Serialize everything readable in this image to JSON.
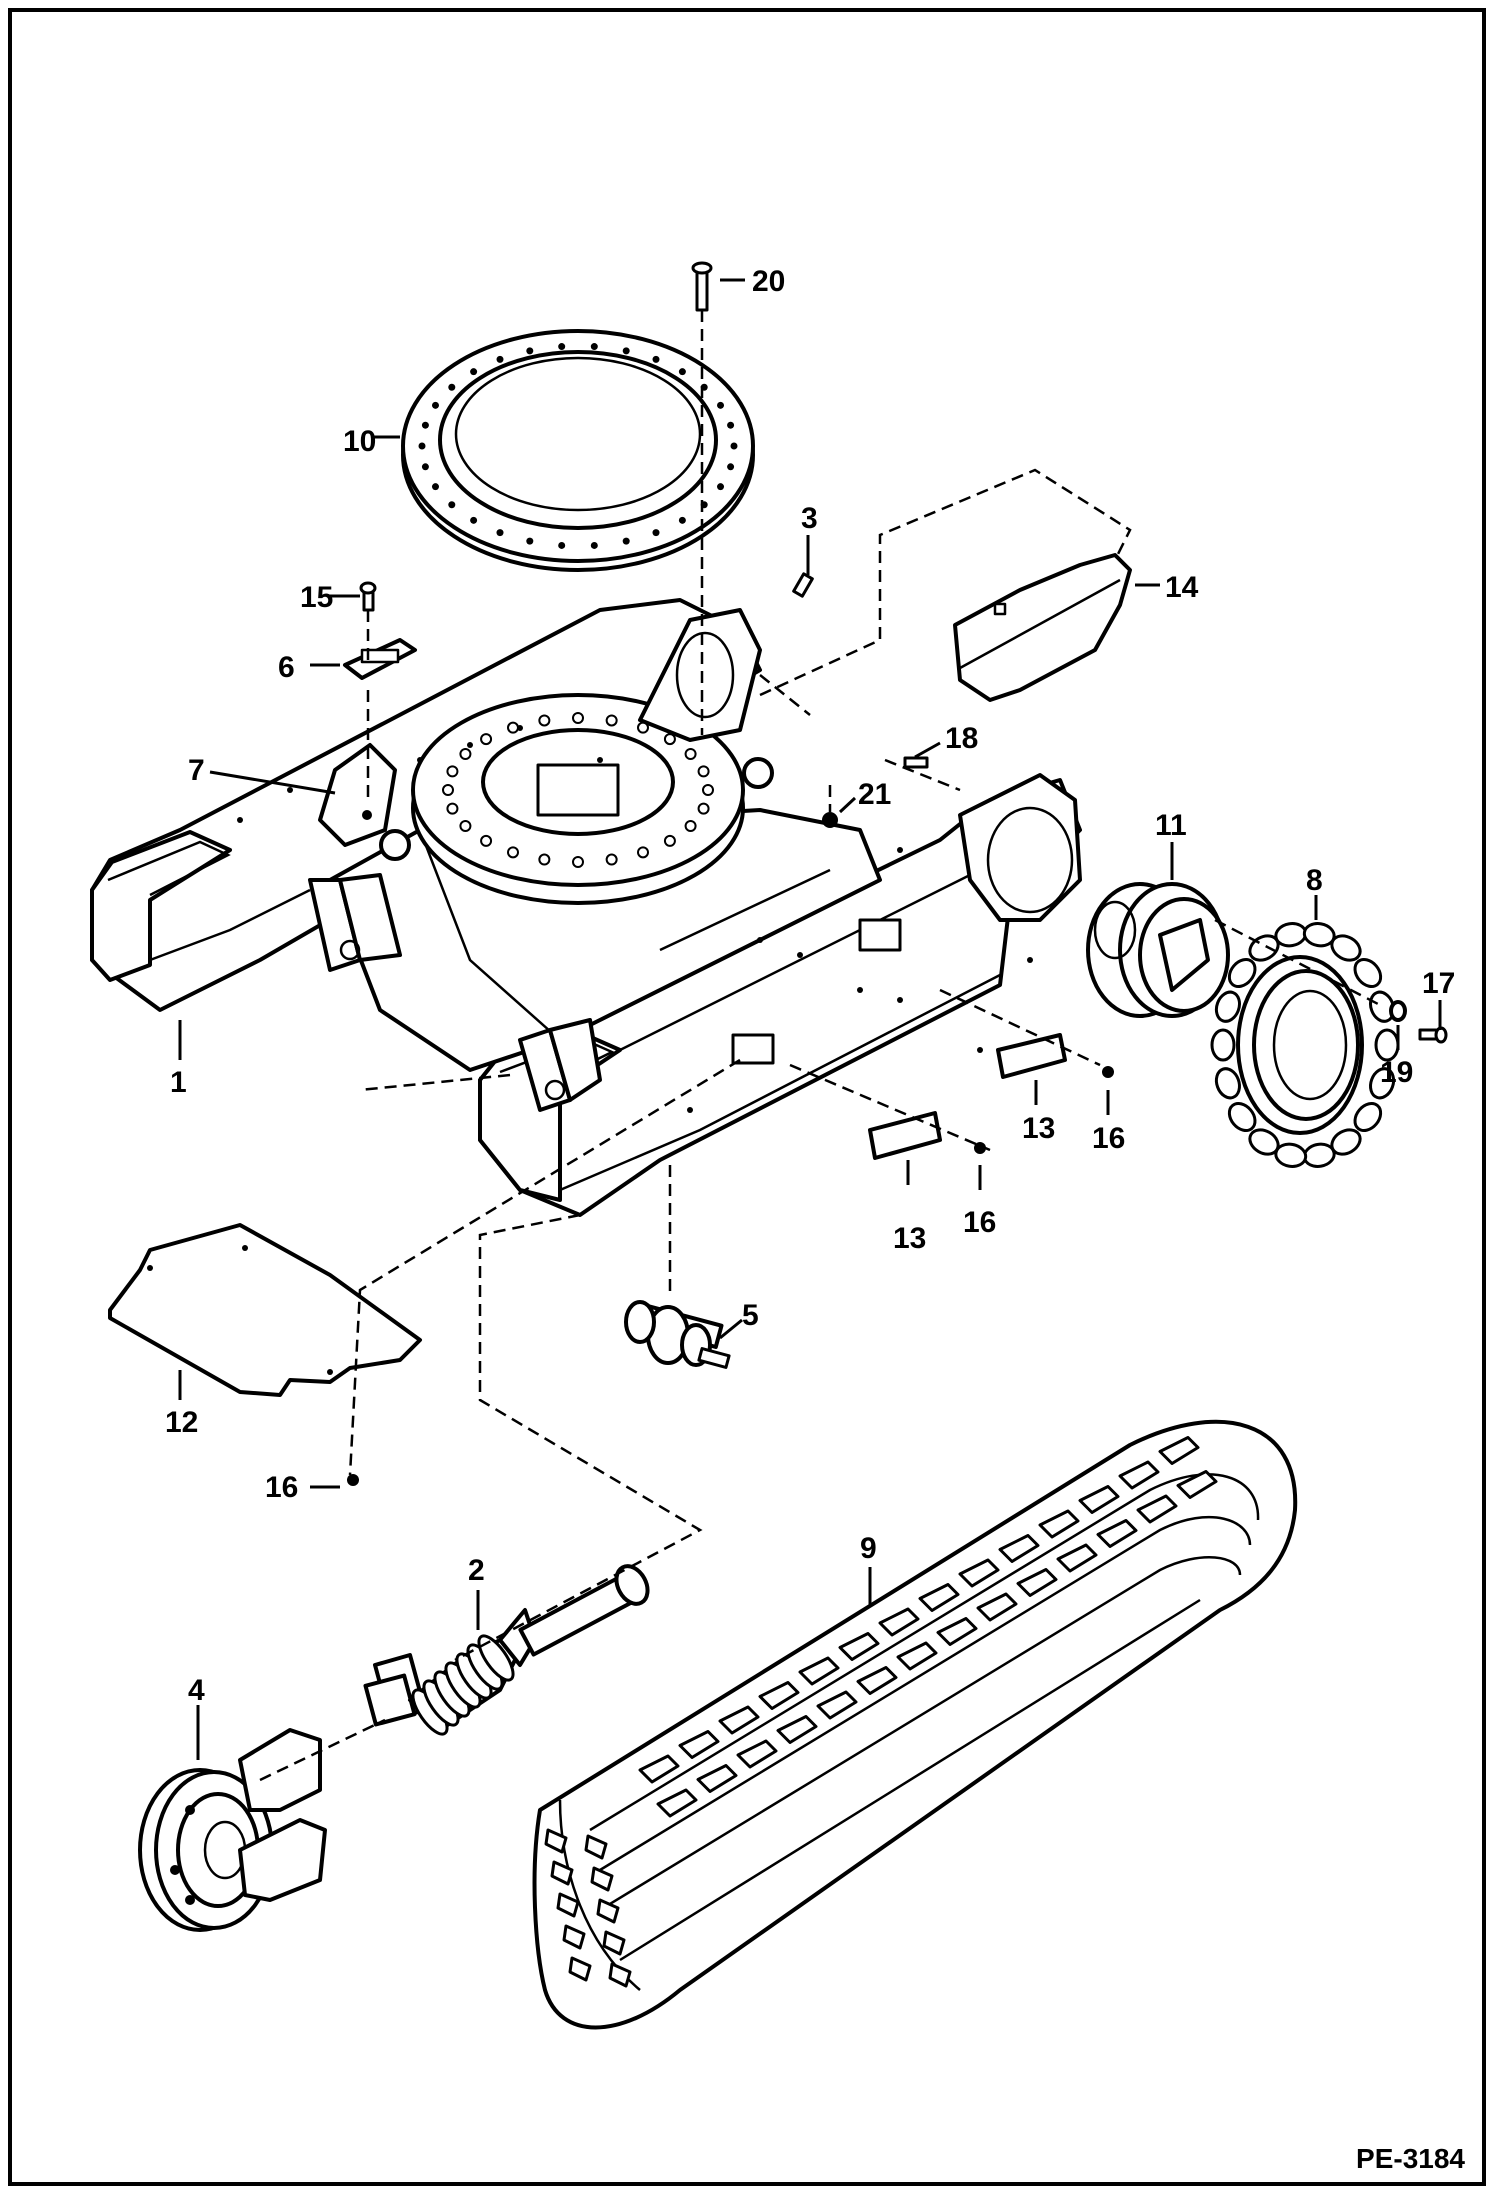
{
  "drawing_ref": "PE-3184",
  "callouts": {
    "c1": "1",
    "c2": "2",
    "c3": "3",
    "c4": "4",
    "c5": "5",
    "c6": "6",
    "c7": "7",
    "c8": "8",
    "c9": "9",
    "c10": "10",
    "c11": "11",
    "c12": "12",
    "c13a": "13",
    "c13b": "13",
    "c14": "14",
    "c15": "15",
    "c16a": "16",
    "c16b": "16",
    "c16c": "16",
    "c17": "17",
    "c18": "18",
    "c19": "19",
    "c20": "20",
    "c21": "21"
  }
}
